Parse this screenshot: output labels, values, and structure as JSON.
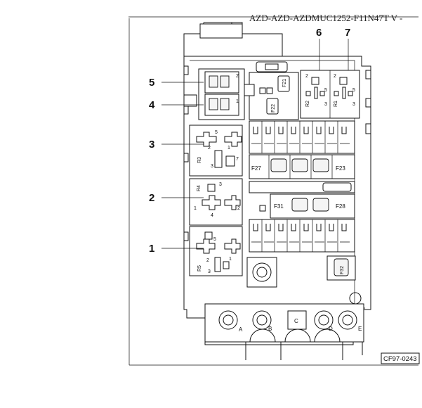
{
  "header_text": "AZD-AZD-AZDMUC1252-F11N47T V -",
  "figure_code": "CF97-0243",
  "callouts": [
    "1",
    "2",
    "3",
    "4",
    "5",
    "6",
    "7"
  ],
  "relays": {
    "r1": "R1",
    "r2": "R2",
    "r3": "R3",
    "r4": "R4",
    "r5": "R5"
  },
  "fuses": {
    "f21": "F21",
    "f22": "F22",
    "f23": "F23",
    "f27": "F27",
    "f28": "F28",
    "f31": "F31",
    "f32": "F32"
  },
  "terminals": [
    "A",
    "B",
    "C",
    "D",
    "E"
  ],
  "pins": [
    "1",
    "2",
    "3",
    "4",
    "5",
    "7"
  ]
}
